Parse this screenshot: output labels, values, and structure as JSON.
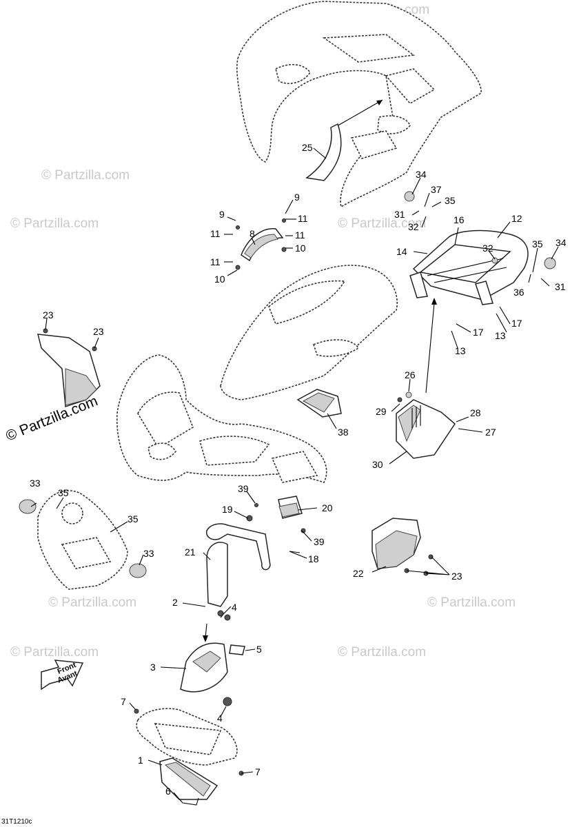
{
  "watermark": {
    "text": "© Partzilla.com",
    "strong_text": "© Partzilla.com"
  },
  "figure_code": "31T1210c",
  "direction_arrow": {
    "line1": "Front",
    "line2": "Avant"
  },
  "callouts": {
    "c25": "25",
    "c34a": "34",
    "c37": "37",
    "c35a": "35",
    "c31a": "31",
    "c32a": "32",
    "c9a": "9",
    "c9b": "9",
    "c8": "8",
    "c11a": "11",
    "c11b": "11",
    "c11c": "11",
    "c11d": "11",
    "c10a": "10",
    "c10b": "10",
    "c16": "16",
    "c12": "12",
    "c14": "14",
    "c32b": "32",
    "c35b": "35",
    "c34b": "34",
    "c36": "36",
    "c31b": "31",
    "c17a": "17",
    "c17b": "17",
    "c13a": "13",
    "c13b": "13",
    "c23a": "23",
    "c23b": "23",
    "c26": "26",
    "c29": "29",
    "c28": "28",
    "c27": "27",
    "c38": "38",
    "c30": "30",
    "c33a": "33",
    "c35c": "35",
    "c35d": "35",
    "c33b": "33",
    "c39a": "39",
    "c20": "20",
    "c19": "19",
    "c39b": "39",
    "c21": "21",
    "c18": "18",
    "c22": "22",
    "c23c": "23",
    "c2": "2",
    "c4a": "4",
    "c5": "5",
    "c3": "3",
    "c4b": "4",
    "c7a": "7",
    "c1": "1",
    "c7b": "7",
    "c6": "6"
  }
}
